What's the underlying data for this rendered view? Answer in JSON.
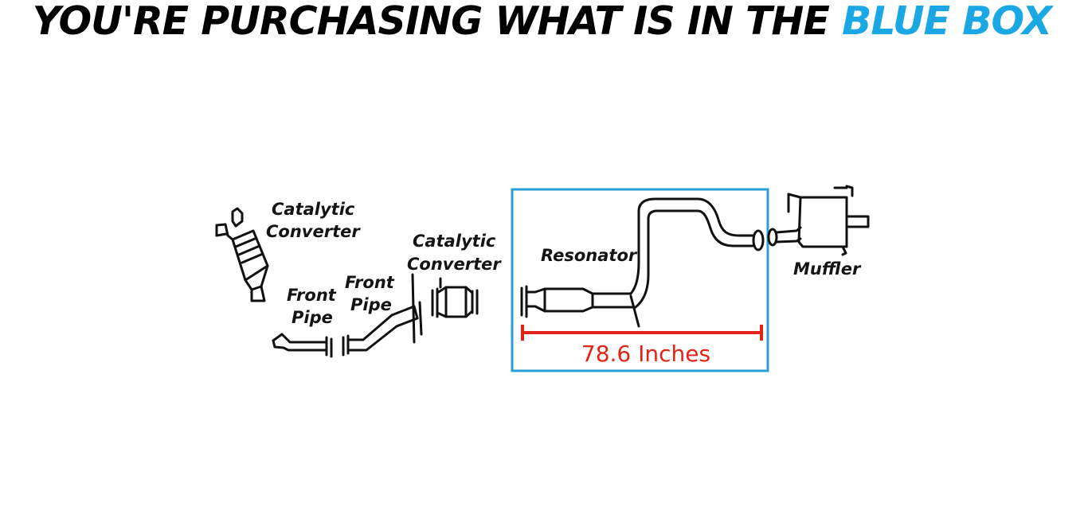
{
  "headline": {
    "prefix": "YOU'RE PURCHASING WHAT IS IN THE ",
    "highlight": "BLUE BOX"
  },
  "parts": {
    "catalytic_converter_1": [
      "Catalytic",
      "Converter"
    ],
    "front_pipe_1": [
      "Front",
      "Pipe"
    ],
    "front_pipe_2": [
      "Front",
      "Pipe"
    ],
    "catalytic_converter_2": [
      "Catalytic",
      "Converter"
    ],
    "resonator": "Resonator",
    "muffler": "Muffler"
  },
  "measurement": "78.6 Inches",
  "colors": {
    "highlight": "#1aa7e3",
    "box": "#2a9fd6",
    "measurement": "#e2231a",
    "line": "#111111"
  }
}
